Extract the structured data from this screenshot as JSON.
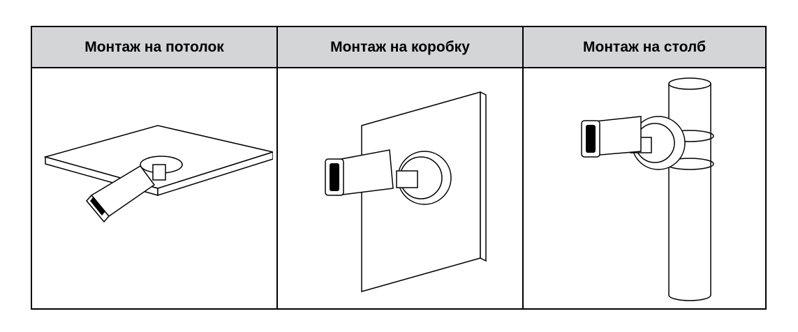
{
  "table": {
    "headers": [
      "Монтаж на потолок",
      "Монтаж на коробку",
      "Монтаж на столб"
    ]
  },
  "illustrations": [
    "ceiling-mount-illustration",
    "junction-box-mount-illustration",
    "pole-mount-illustration"
  ]
}
